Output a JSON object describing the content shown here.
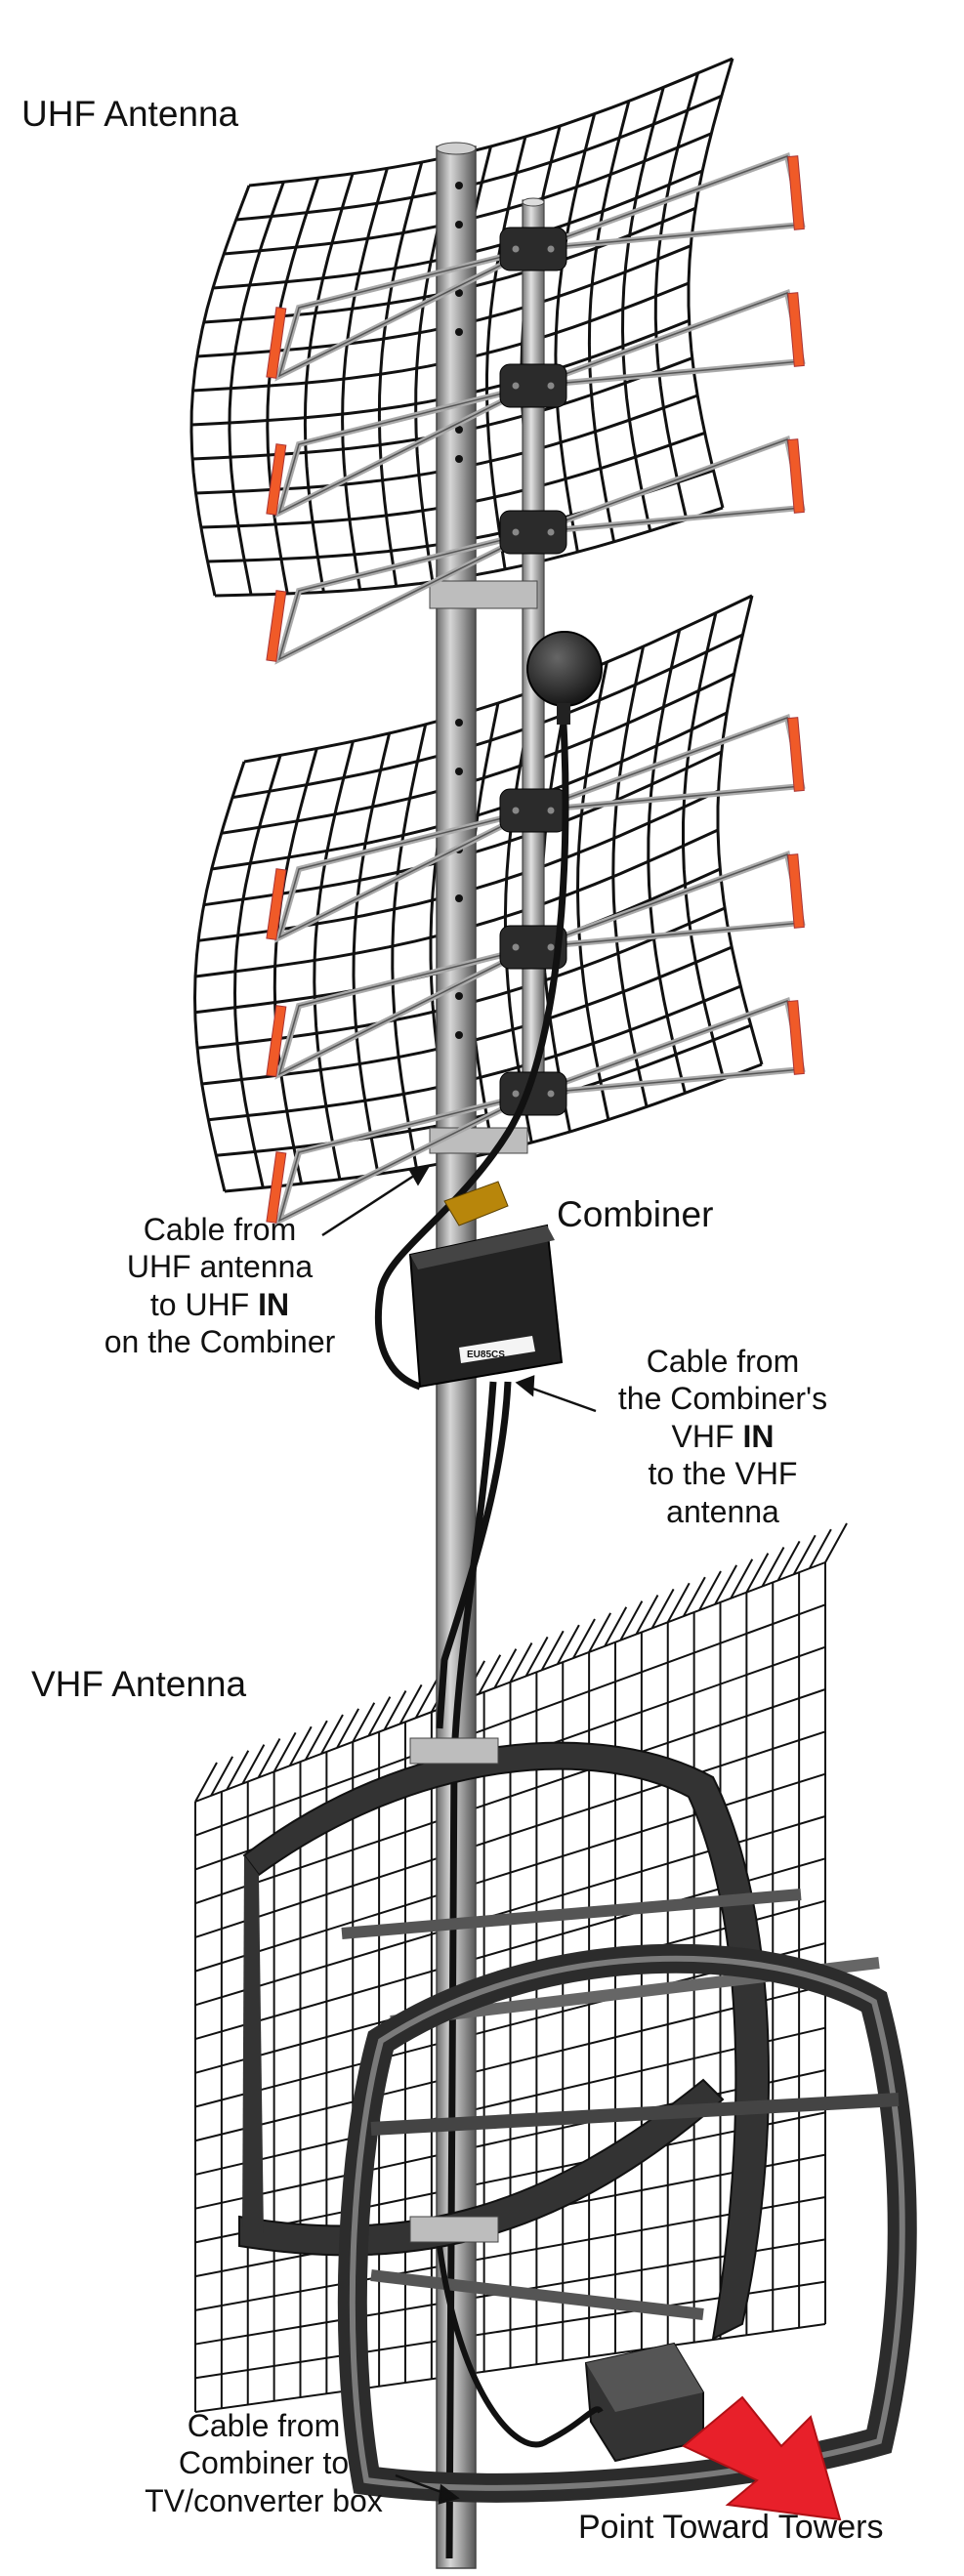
{
  "labels": {
    "uhf_title": "UHF Antenna",
    "vhf_title": "VHF Antenna",
    "combiner": "Combiner",
    "cable_uhf": {
      "line1": "Cable from",
      "line2": "UHF antenna",
      "line3_pre": "to UHF ",
      "line3_bold": "IN",
      "line4": "on the Combiner"
    },
    "cable_vhf": {
      "line1": "Cable from",
      "line2": "the Combiner's",
      "line3_pre": "VHF ",
      "line3_bold": "IN",
      "line4": "to the VHF",
      "line5": "antenna"
    },
    "cable_tv": {
      "line1": "Cable from",
      "line2": "Combiner to",
      "line3": "TV/converter box"
    },
    "point": "Point Toward Towers",
    "combiner_model": "EU85CS"
  },
  "colors": {
    "mast": "#9a9a9a",
    "mast_dark": "#5a5a5a",
    "mesh": "#111111",
    "tip": "#f05a28",
    "body": "#2b2b2b",
    "arrow": "#e8202a",
    "vhf_frame": "#3a3a3a"
  }
}
